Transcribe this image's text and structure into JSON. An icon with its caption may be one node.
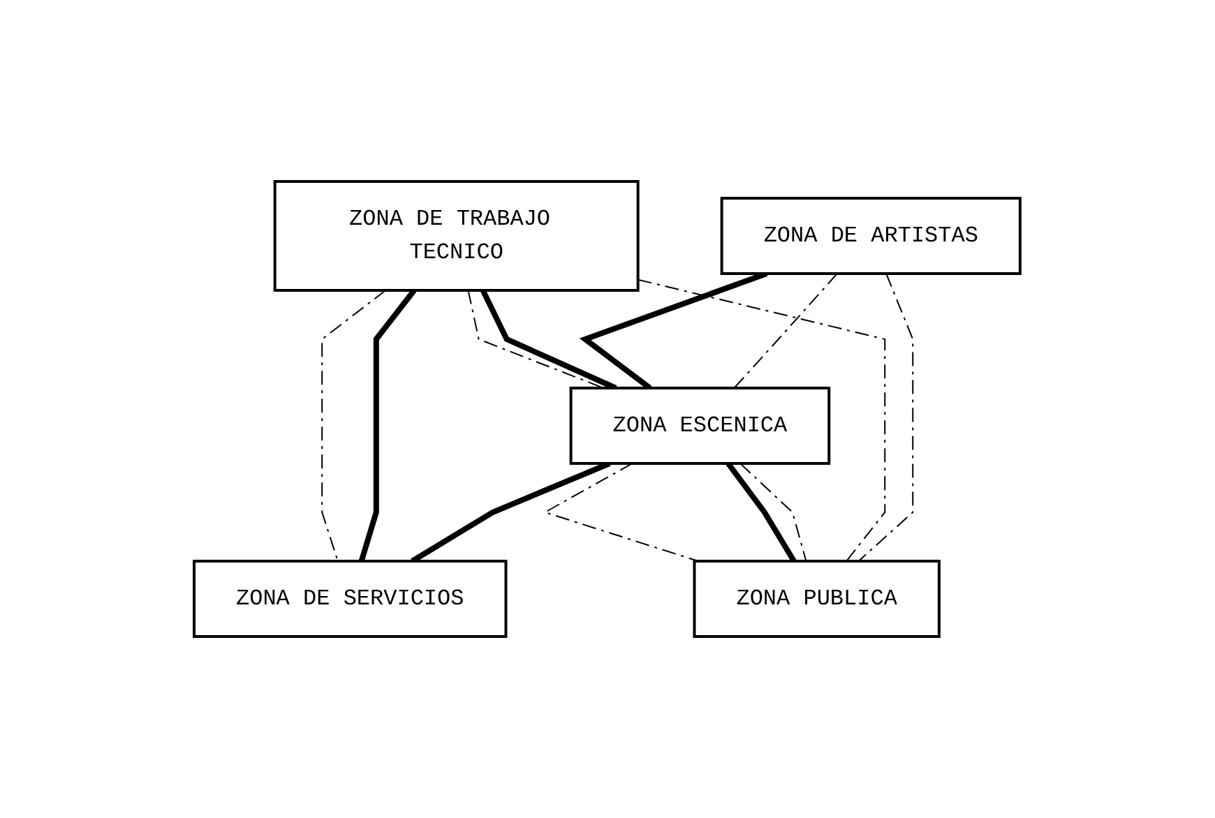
{
  "diagram": {
    "nodes": [
      {
        "text": [
          "ZONA DE TRABAJO TECNICO"
        ]
      },
      {
        "text": [
          "ZONA DE ARTISTAS"
        ]
      },
      {
        "text": [
          "ZONA ESCENICA"
        ]
      },
      {
        "text": [
          "ZONA DE SERVICIOS"
        ]
      },
      {
        "text": [
          "ZONA PUBLICA"
        ]
      }
    ],
    "edges": [
      {
        "from": 0,
        "to": 3,
        "arrow": "none",
        "style": "dashed"
      },
      {
        "from": 0,
        "to": 3,
        "arrow": "none",
        "style": "thick"
      },
      {
        "from": 0,
        "to": 2,
        "arrow": "none",
        "style": "dashed"
      },
      {
        "from": 0,
        "to": 2,
        "arrow": "none",
        "style": "thick"
      },
      {
        "from": 1,
        "to": 2,
        "arrow": "none",
        "style": "thick"
      },
      {
        "from": 1,
        "to": 2,
        "arrow": "none",
        "style": "dashed"
      },
      {
        "from": 2,
        "to": 3,
        "arrow": "none",
        "style": "thick"
      },
      {
        "from": 2,
        "to": 4,
        "arrow": "none",
        "style": "dashed"
      },
      {
        "from": 2,
        "to": 4,
        "arrow": "none",
        "style": "thick"
      },
      {
        "from": 2,
        "to": 4,
        "arrow": "none",
        "style": "dashed"
      },
      {
        "from": 0,
        "to": 4,
        "arrow": "none",
        "style": "dashed"
      },
      {
        "from": 1,
        "to": 4,
        "arrow": "none",
        "style": "dashed"
      }
    ]
  }
}
